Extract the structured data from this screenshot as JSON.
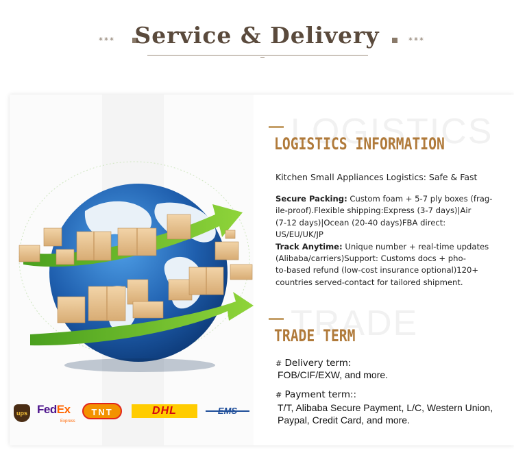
{
  "header": {
    "title": "Service & Delivery",
    "stars_left": "***",
    "stars_right": "***"
  },
  "logistics": {
    "bg_word": "LOGISTICS",
    "title": "LOGISTICS INFORMATION",
    "subtitle": "Kitchen Small Appliances Logistics: Safe & Fast",
    "packing_label": "Secure Packing:",
    "packing_lines": [
      "Custom foam + 5-7 ply boxes (frag-",
      "ile-proof).Flexible shipping:Express (3-7 days)|Air",
      "(7-12 days)|Ocean (20-40 days)FBA direct:",
      "US/EU/UK/JP"
    ],
    "track_label": "Track Anytime:",
    "track_lines": [
      "Unique number + real-time updates",
      "(Alibaba/carriers)Support: Customs docs + pho-",
      "to-based refund (low-cost insurance optional)120+",
      "countries served-contact for tailored shipment."
    ]
  },
  "trade": {
    "bg_word": "TRADE",
    "title": "TRADE TERM",
    "delivery_hash": "#",
    "delivery_label": "Delivery term:",
    "delivery_value": "FOB/CIF/EXW, and more.",
    "payment_hash": "#",
    "payment_label": "Payment term::",
    "payment_lines": [
      "T/T,  Alibaba Secure Payment, L/C, Western Union,",
      "Paypal, Credit Card, and more."
    ]
  },
  "carriers": {
    "ups": "ups",
    "fedex_fe": "Fed",
    "fedex_ex": "Ex",
    "fedex_sub": "Express",
    "tnt": "TNT",
    "dhl": "DHL",
    "ems": "EMS"
  },
  "colors": {
    "accent": "#b07a3a",
    "header_text": "#5a4a3c",
    "arrow_green": "#6cbf2a",
    "ocean_blue": "#1f5fae"
  }
}
